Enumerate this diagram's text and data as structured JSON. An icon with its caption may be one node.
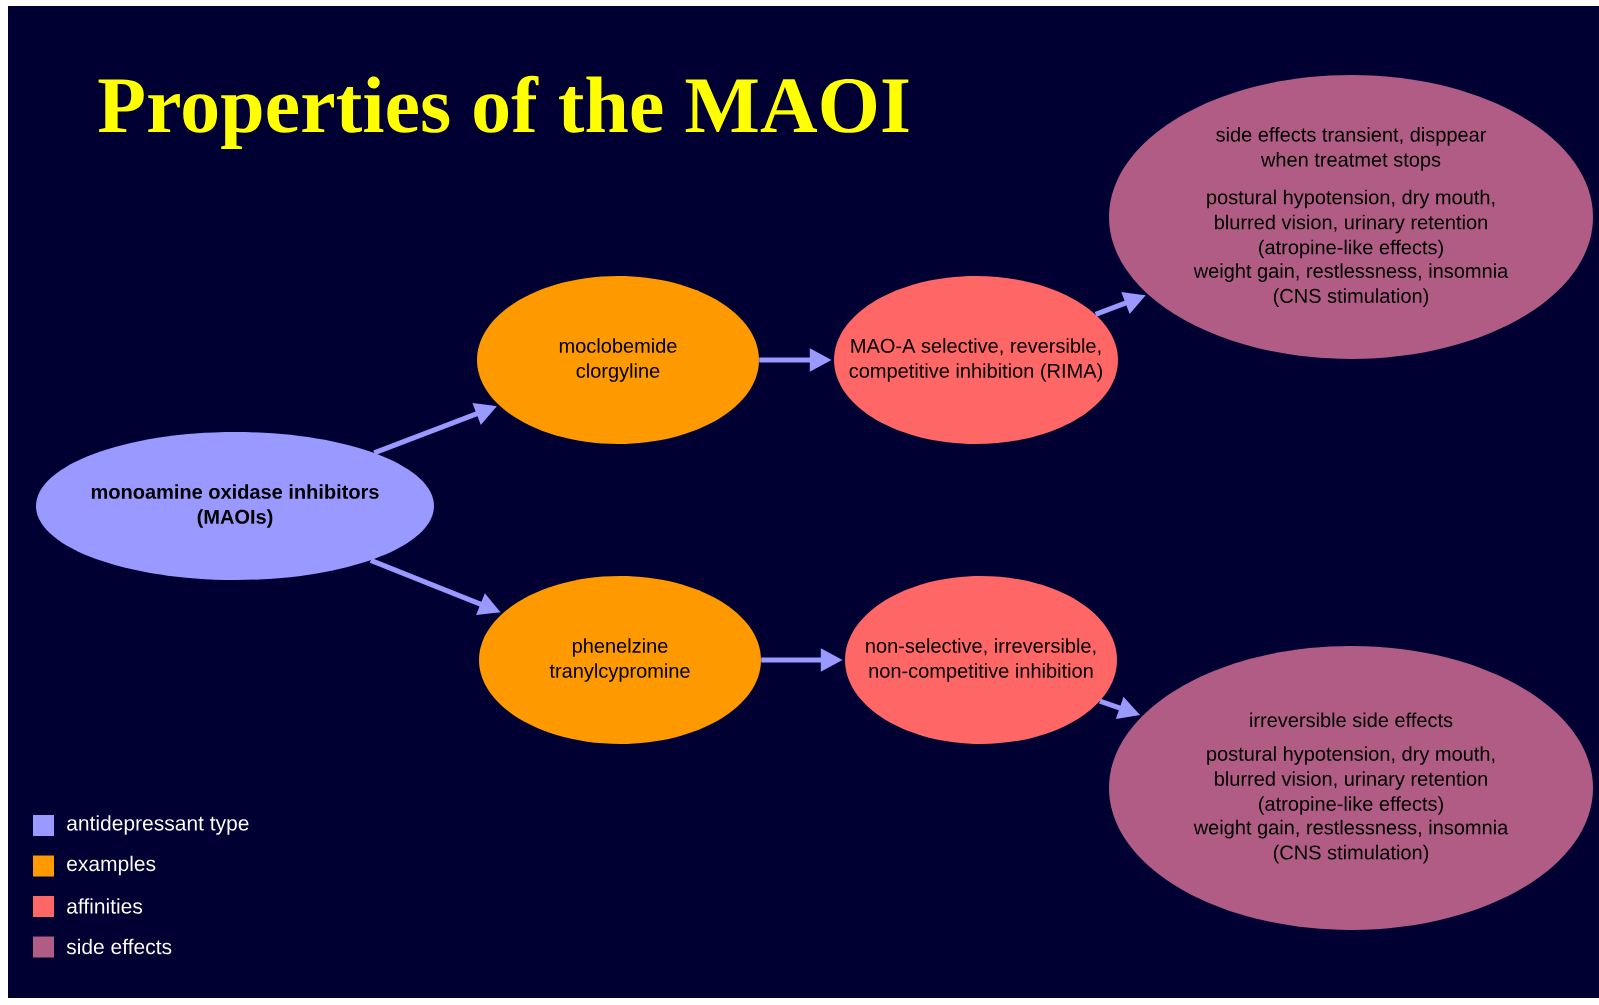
{
  "diagram": {
    "title": "Properties of the MAOI",
    "nodes": [
      {
        "text": [
          "monoamine oxidase inhibitors (MAOIs)"
        ]
      },
      {
        "text": [
          "moclobemide clorgyline"
        ]
      },
      {
        "text": [
          "MAO-A selective, reversible, competitive inhibition (RIMA)"
        ]
      },
      {
        "text": [
          "side effects transient, disppear when treatmet stops",
          "postural hypotension, dry mouth, blurred vision, urinary retention (atropine-like effects)",
          "weight gain, restlessness, insomnia (CNS stimulation)"
        ]
      },
      {
        "text": [
          "phenelzine tranylcypromine"
        ]
      },
      {
        "text": [
          "non-selective, irreversible, non-competitive inhibition"
        ]
      },
      {
        "text": [
          "irreversible side effects",
          "postural hypotension, dry mouth, blurred vision, urinary retention (atropine-like effects)",
          "weight gain, restlessness, insomnia (CNS stimulation)"
        ]
      }
    ],
    "edges": [
      {
        "from": 0,
        "to": 1,
        "arrow": "to"
      },
      {
        "from": 0,
        "to": 4,
        "arrow": "to"
      },
      {
        "from": 1,
        "to": 2,
        "arrow": "to"
      },
      {
        "from": 4,
        "to": 5,
        "arrow": "to"
      },
      {
        "from": 2,
        "to": 3,
        "arrow": "to"
      },
      {
        "from": 5,
        "to": 6,
        "arrow": "to"
      }
    ],
    "legend": [
      {
        "text": "antidepressant type",
        "color": "#9999ff"
      },
      {
        "text": "examples",
        "color": "#ff9900"
      },
      {
        "text": "affinities",
        "color": "#ff6666"
      },
      {
        "text": "side effects",
        "color": "#b05c85"
      }
    ]
  }
}
